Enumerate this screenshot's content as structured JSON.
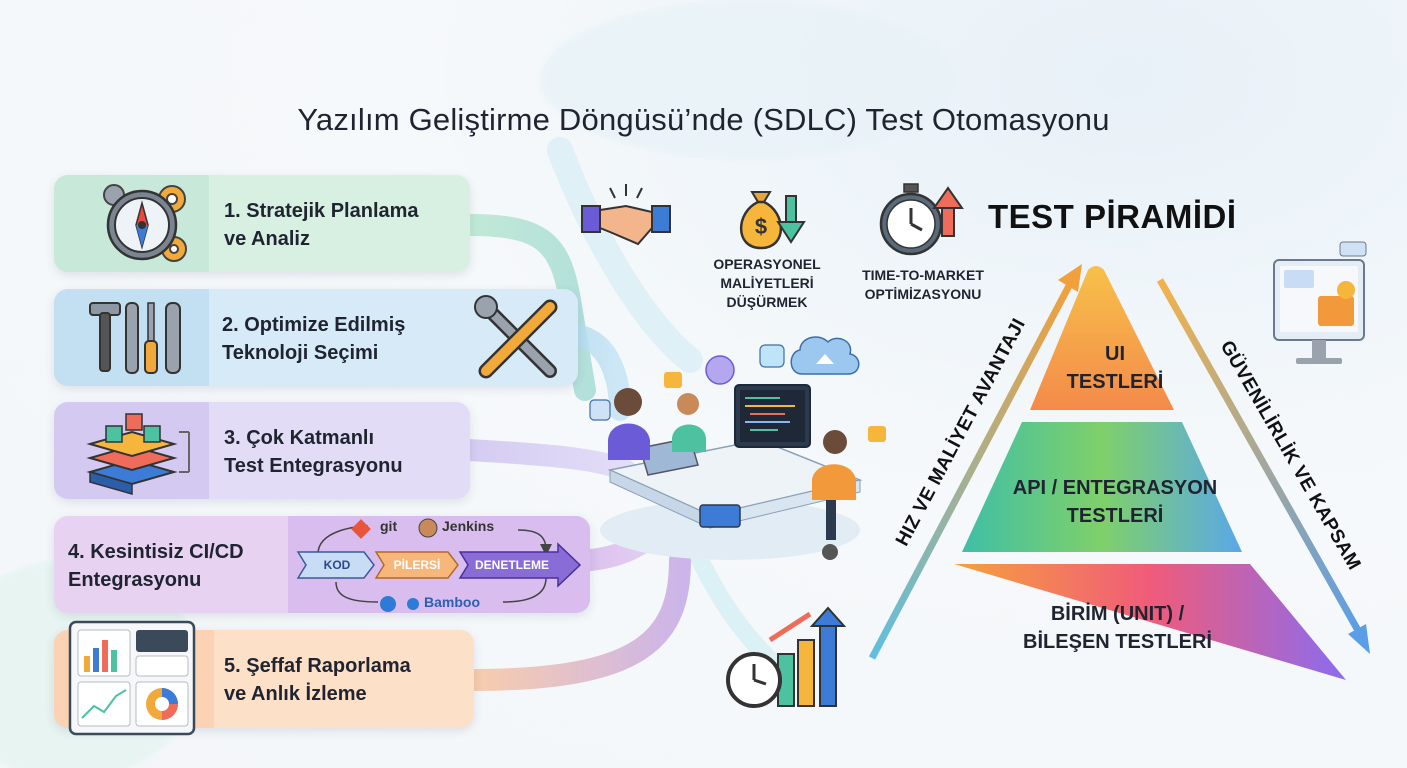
{
  "title": "Yazılım Geliştirme Döngüsü’nde (SDLC) Test Otomasyonu",
  "steps": [
    {
      "label": "1. Stratejik Planlama\n   ve Analiz",
      "icon": "compass-gears-icon"
    },
    {
      "label": "2. Optimize Edilmiş\n   Teknoloji Seçimi",
      "icon": "wrench-tools-icon"
    },
    {
      "label": "3. Çok Katmanlı\nTest Entegrasyonu",
      "icon": "layer-cubes-icon"
    },
    {
      "label": "4. Kesintisiz CI/CD\n   Entegrasyonu",
      "icon": "pipeline-icon"
    },
    {
      "label": "5. Şeffaf Raporlama\n   ve Anlık İzleme",
      "icon": "dashboard-icon"
    }
  ],
  "pipeline": {
    "stages": [
      "KOD",
      "PİLERSİ",
      "DENETLEME"
    ],
    "tools": {
      "git": "git",
      "jenkins": "Jenkins",
      "bamboo": "Bamboo"
    }
  },
  "benefits": [
    {
      "label": "OPERASYONEL\nMALİYETLERİ\nDÜŞÜRMEK",
      "icon": "money-bag-down-icon"
    },
    {
      "label": "TIME-TO-MARKET\nOPTİMİZASYONU",
      "icon": "stopwatch-up-icon"
    }
  ],
  "pyramid": {
    "title": "TEST PİRAMİDİ",
    "levels": [
      "UI\nTESTLERİ",
      "API / ENTEGRASYON\nTESTLERİ",
      "BİRİM (UNIT) /\nBİLEŞEN TESTLERİ"
    ],
    "left_axis": "HIZ VE MALİYET AVANTAJI",
    "right_axis": "GÜVENİLİRLİK VE KAPSAM"
  },
  "colors": {
    "step1": "#d4efdf",
    "step2": "#d6eaf7",
    "step3": "#e2dcf6",
    "step4": "#e7d2f2",
    "step5": "#fde0c8",
    "pyr_top": "#f6b63c",
    "pyr_mid": "#4cc2a0",
    "pyr_bot": "#f07c7c"
  }
}
